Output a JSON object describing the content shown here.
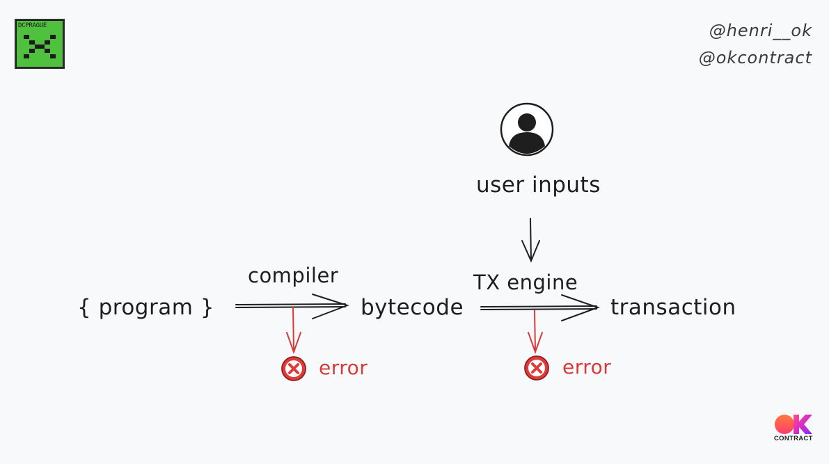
{
  "logos": {
    "event": "DCPRAGUE",
    "brand_top": "OK",
    "brand_bottom": "CONTRACT"
  },
  "handles": [
    "@henri__ok",
    "@okcontract"
  ],
  "diagram": {
    "user_label": "user inputs",
    "nodes": {
      "program": "{ program }",
      "bytecode": "bytecode",
      "transaction": "transaction"
    },
    "edges": {
      "compiler": "compiler",
      "tx_engine": "TX engine"
    },
    "errors": [
      "error",
      "error"
    ]
  },
  "colors": {
    "background": "#f8f9fa",
    "ink": "#1e1e1e",
    "error": "#d63b3b",
    "logo_green": "#4fc13f"
  }
}
